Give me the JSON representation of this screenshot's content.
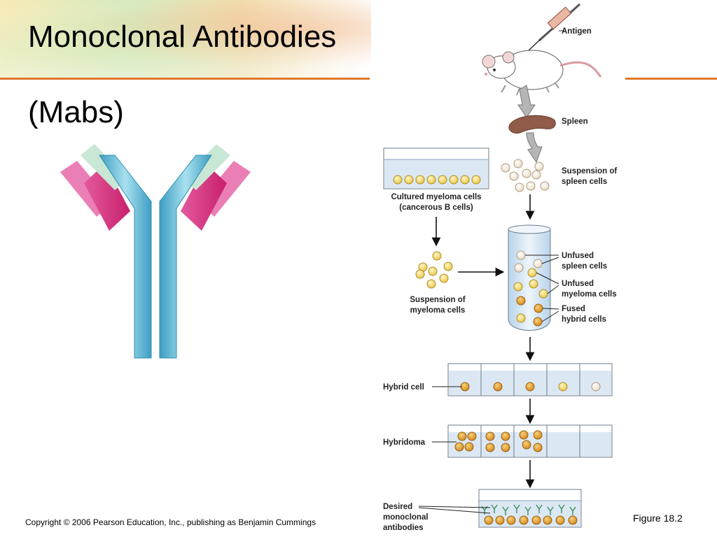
{
  "slide": {
    "title": "Monoclonal Antibodies",
    "subtitle": "(Mabs)",
    "copyright": "Copyright © 2006 Pearson Education, Inc., publishing as Benjamin Cummings",
    "figure": "Figure 18.2"
  },
  "diagram": {
    "antigen": "Antigen",
    "spleen": "Spleen",
    "suspension_spleen": [
      "Suspension of",
      "spleen cells"
    ],
    "cultured_myeloma": [
      "Cultured myeloma cells",
      "(cancerous B cells)"
    ],
    "suspension_myeloma": [
      "Suspension of",
      "myeloma cells"
    ],
    "unfused_spleen": [
      "Unfused",
      "spleen cells"
    ],
    "unfused_myeloma": [
      "Unfused",
      "myeloma cells"
    ],
    "fused_hybrid": [
      "Fused",
      "hybrid cells"
    ],
    "hybrid_cell": "Hybrid cell",
    "hybridoma": "Hybridoma",
    "desired_antibodies": [
      "Desired",
      "monoclonal",
      "antibodies"
    ]
  },
  "colors": {
    "accent_rule": "#e0782b",
    "antibody_heavy": "#5fb8d6",
    "antibody_light_pink": "#d4307a",
    "antibody_light_green": "#c2e3cf",
    "myeloma_cell": "#f5da6a",
    "spleen_cell": "#fbf5e8",
    "hybrid_cell": "#e8a33a",
    "well_fluid": "#dbe8f4",
    "spleen_organ": "#8a5a48"
  }
}
